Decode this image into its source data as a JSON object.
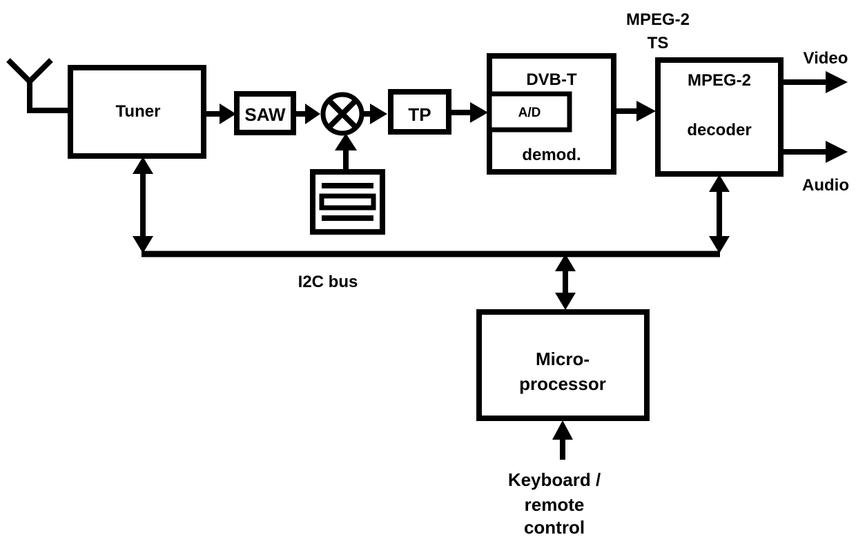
{
  "blocks": {
    "tuner": "Tuner",
    "saw": "SAW",
    "tp": "TP",
    "dvbt_title": "DVB-T",
    "ad": "A/D",
    "demod": "demod.",
    "mpeg_line1": "MPEG-2",
    "mpeg_line2": "decoder",
    "micro_line1": "Micro-",
    "micro_line2": "processor"
  },
  "labels": {
    "ts_line1": "MPEG-2",
    "ts_line2": "TS",
    "video": "Video",
    "audio": "Audio",
    "bus": "I2C bus",
    "input_line1": "Keyboard /",
    "input_line2": "remote",
    "input_line3": "control"
  },
  "icons": {
    "antenna": "antenna-icon",
    "mixer": "mixer-icon",
    "oscillator": "local-oscillator-icon"
  }
}
